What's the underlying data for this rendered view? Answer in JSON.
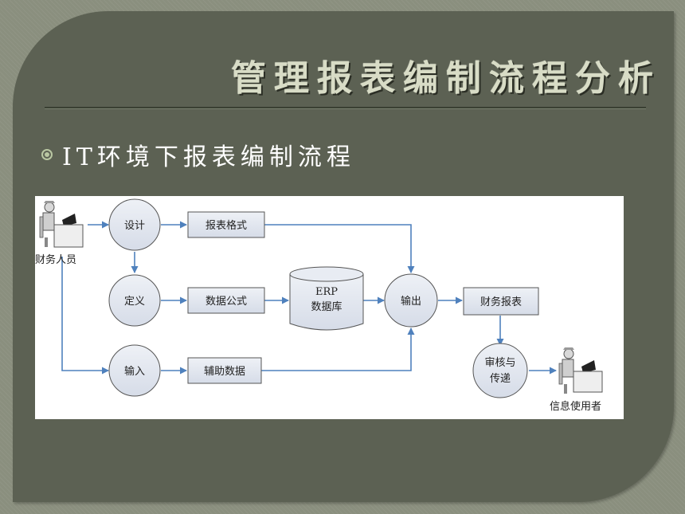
{
  "slide": {
    "title": "管理报表编制流程分析",
    "bullet": "IT环境下报表编制流程"
  },
  "diagram": {
    "actors": {
      "source": "财务人员",
      "target": "信息使用者"
    },
    "steps": {
      "design": "设计",
      "define": "定义",
      "input": "输入",
      "output": "输出",
      "review_line1": "审核与",
      "review_line2": "传递"
    },
    "boxes": {
      "report_format": "报表格式",
      "data_formula": "数据公式",
      "aux_data": "辅助数据",
      "financial_report": "财务报表"
    },
    "database": {
      "line1": "ERP",
      "line2": "数据库"
    },
    "colors": {
      "arrow": "#4f81bd",
      "node_fill": "#dde3ee",
      "node_stroke": "#555555"
    }
  }
}
